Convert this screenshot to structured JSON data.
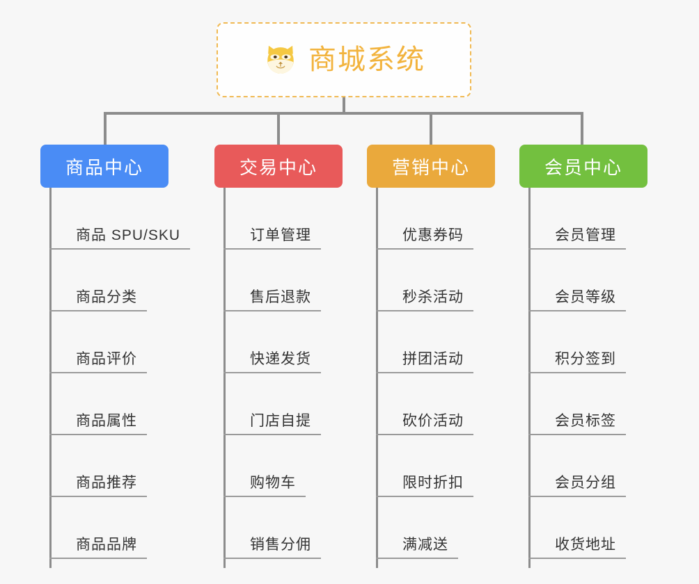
{
  "root": {
    "title": "商城系统",
    "icon": "shiba-dog-icon",
    "border_color": "#f0b952",
    "text_color": "#f2b33d",
    "background": "#fefefe"
  },
  "canvas": {
    "background": "#f7f7f7",
    "connector_color": "#8c8c8c"
  },
  "columns": [
    {
      "id": "product-center",
      "title": "商品中心",
      "color": "#4a8cf5",
      "items": [
        "商品 SPU/SKU",
        "商品分类",
        "商品评价",
        "商品属性",
        "商品推荐",
        "商品品牌"
      ]
    },
    {
      "id": "trade-center",
      "title": "交易中心",
      "color": "#e85a5a",
      "items": [
        "订单管理",
        "售后退款",
        "快递发货",
        "门店自提",
        "购物车",
        "销售分佣"
      ]
    },
    {
      "id": "marketing-center",
      "title": "营销中心",
      "color": "#eaa93c",
      "items": [
        "优惠券码",
        "秒杀活动",
        "拼团活动",
        "砍价活动",
        "限时折扣",
        "满减送"
      ]
    },
    {
      "id": "member-center",
      "title": "会员中心",
      "color": "#73c03f",
      "items": [
        "会员管理",
        "会员等级",
        "积分签到",
        "会员标签",
        "会员分组",
        "收货地址"
      ]
    }
  ]
}
